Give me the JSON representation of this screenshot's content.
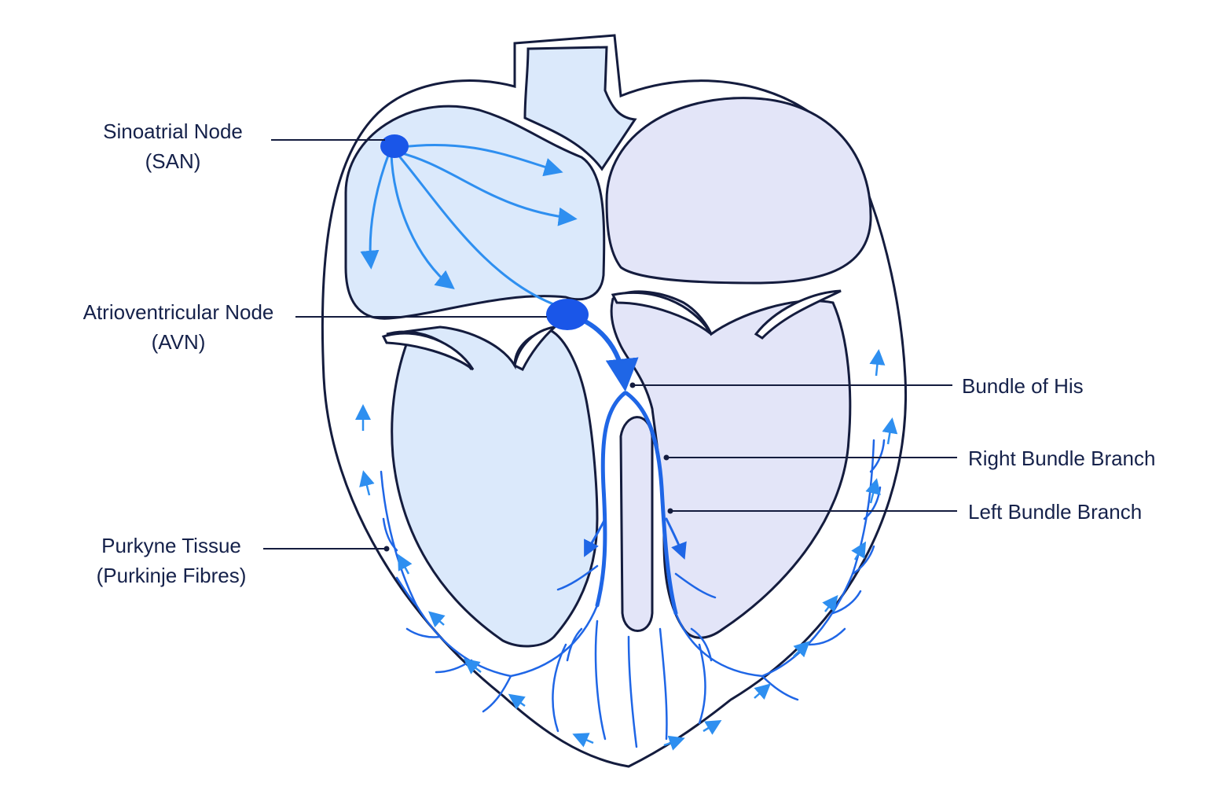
{
  "labels": {
    "san": {
      "line1": "Sinoatrial Node",
      "line2": "(SAN)"
    },
    "avn": {
      "line1": "Atrioventricular Node",
      "line2": "(AVN)"
    },
    "bundle_his": "Bundle of His",
    "right_bundle_branch": "Right Bundle Branch",
    "left_bundle_branch": "Left Bundle Branch",
    "purkyne": {
      "line1": "Purkyne Tissue",
      "line2": "(Purkinje Fibres)"
    }
  },
  "colors": {
    "outline": "#141c3e",
    "right_chamber_fill": "#dbe9fb",
    "left_chamber_fill": "#e3e5f8",
    "conduction_main": "#1f66e6",
    "conduction_light": "#2e8ff0",
    "node": "#1a56e8",
    "label_text": "#15214a"
  }
}
